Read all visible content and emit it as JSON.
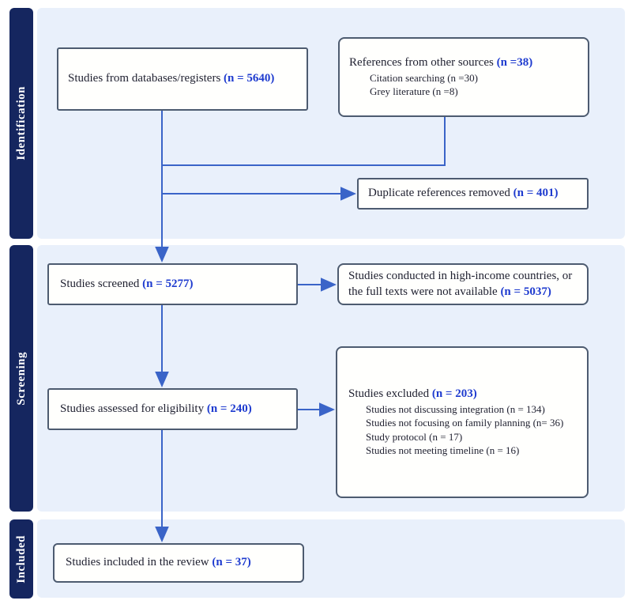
{
  "diagram": {
    "stages": [
      {
        "label": "Identification"
      },
      {
        "label": "Screening"
      },
      {
        "label": "Included"
      }
    ],
    "boxes": {
      "databases": {
        "label": "Studies from databases/registers ",
        "n": "(n = 5640)"
      },
      "other_sources": {
        "label": "References from other sources ",
        "n": "(n =38)",
        "items": [
          "Citation searching (n =30)",
          "Grey literature (n =8)"
        ]
      },
      "duplicates": {
        "label": "Duplicate references removed ",
        "n": "(n = 401)"
      },
      "screened": {
        "label": "Studies screened ",
        "n": "(n = 5277)"
      },
      "high_income": {
        "label": "Studies conducted in high-income countries, or the full texts were not available ",
        "n": "(n = 5037)"
      },
      "assessed": {
        "label": "Studies assessed for eligibility ",
        "n": "(n = 240)"
      },
      "excluded": {
        "label": "Studies excluded ",
        "n": "(n = 203)",
        "items": [
          "Studies not discussing integration (n = 134)",
          "Studies not focusing on family planning (n= 36)",
          "Study protocol (n = 17)",
          "Studies not meeting timeline (n = 16)"
        ]
      },
      "included": {
        "label": "Studies included in the review ",
        "n": "(n = 37)"
      }
    },
    "colors": {
      "sidebar_navy": "#15265f",
      "panel_blue": "#e9f0fb",
      "arrow_blue": "#3a64c8",
      "count_blue": "#1e3bcf",
      "box_border": "#4d5b70",
      "text_dark": "#1f2030"
    }
  }
}
